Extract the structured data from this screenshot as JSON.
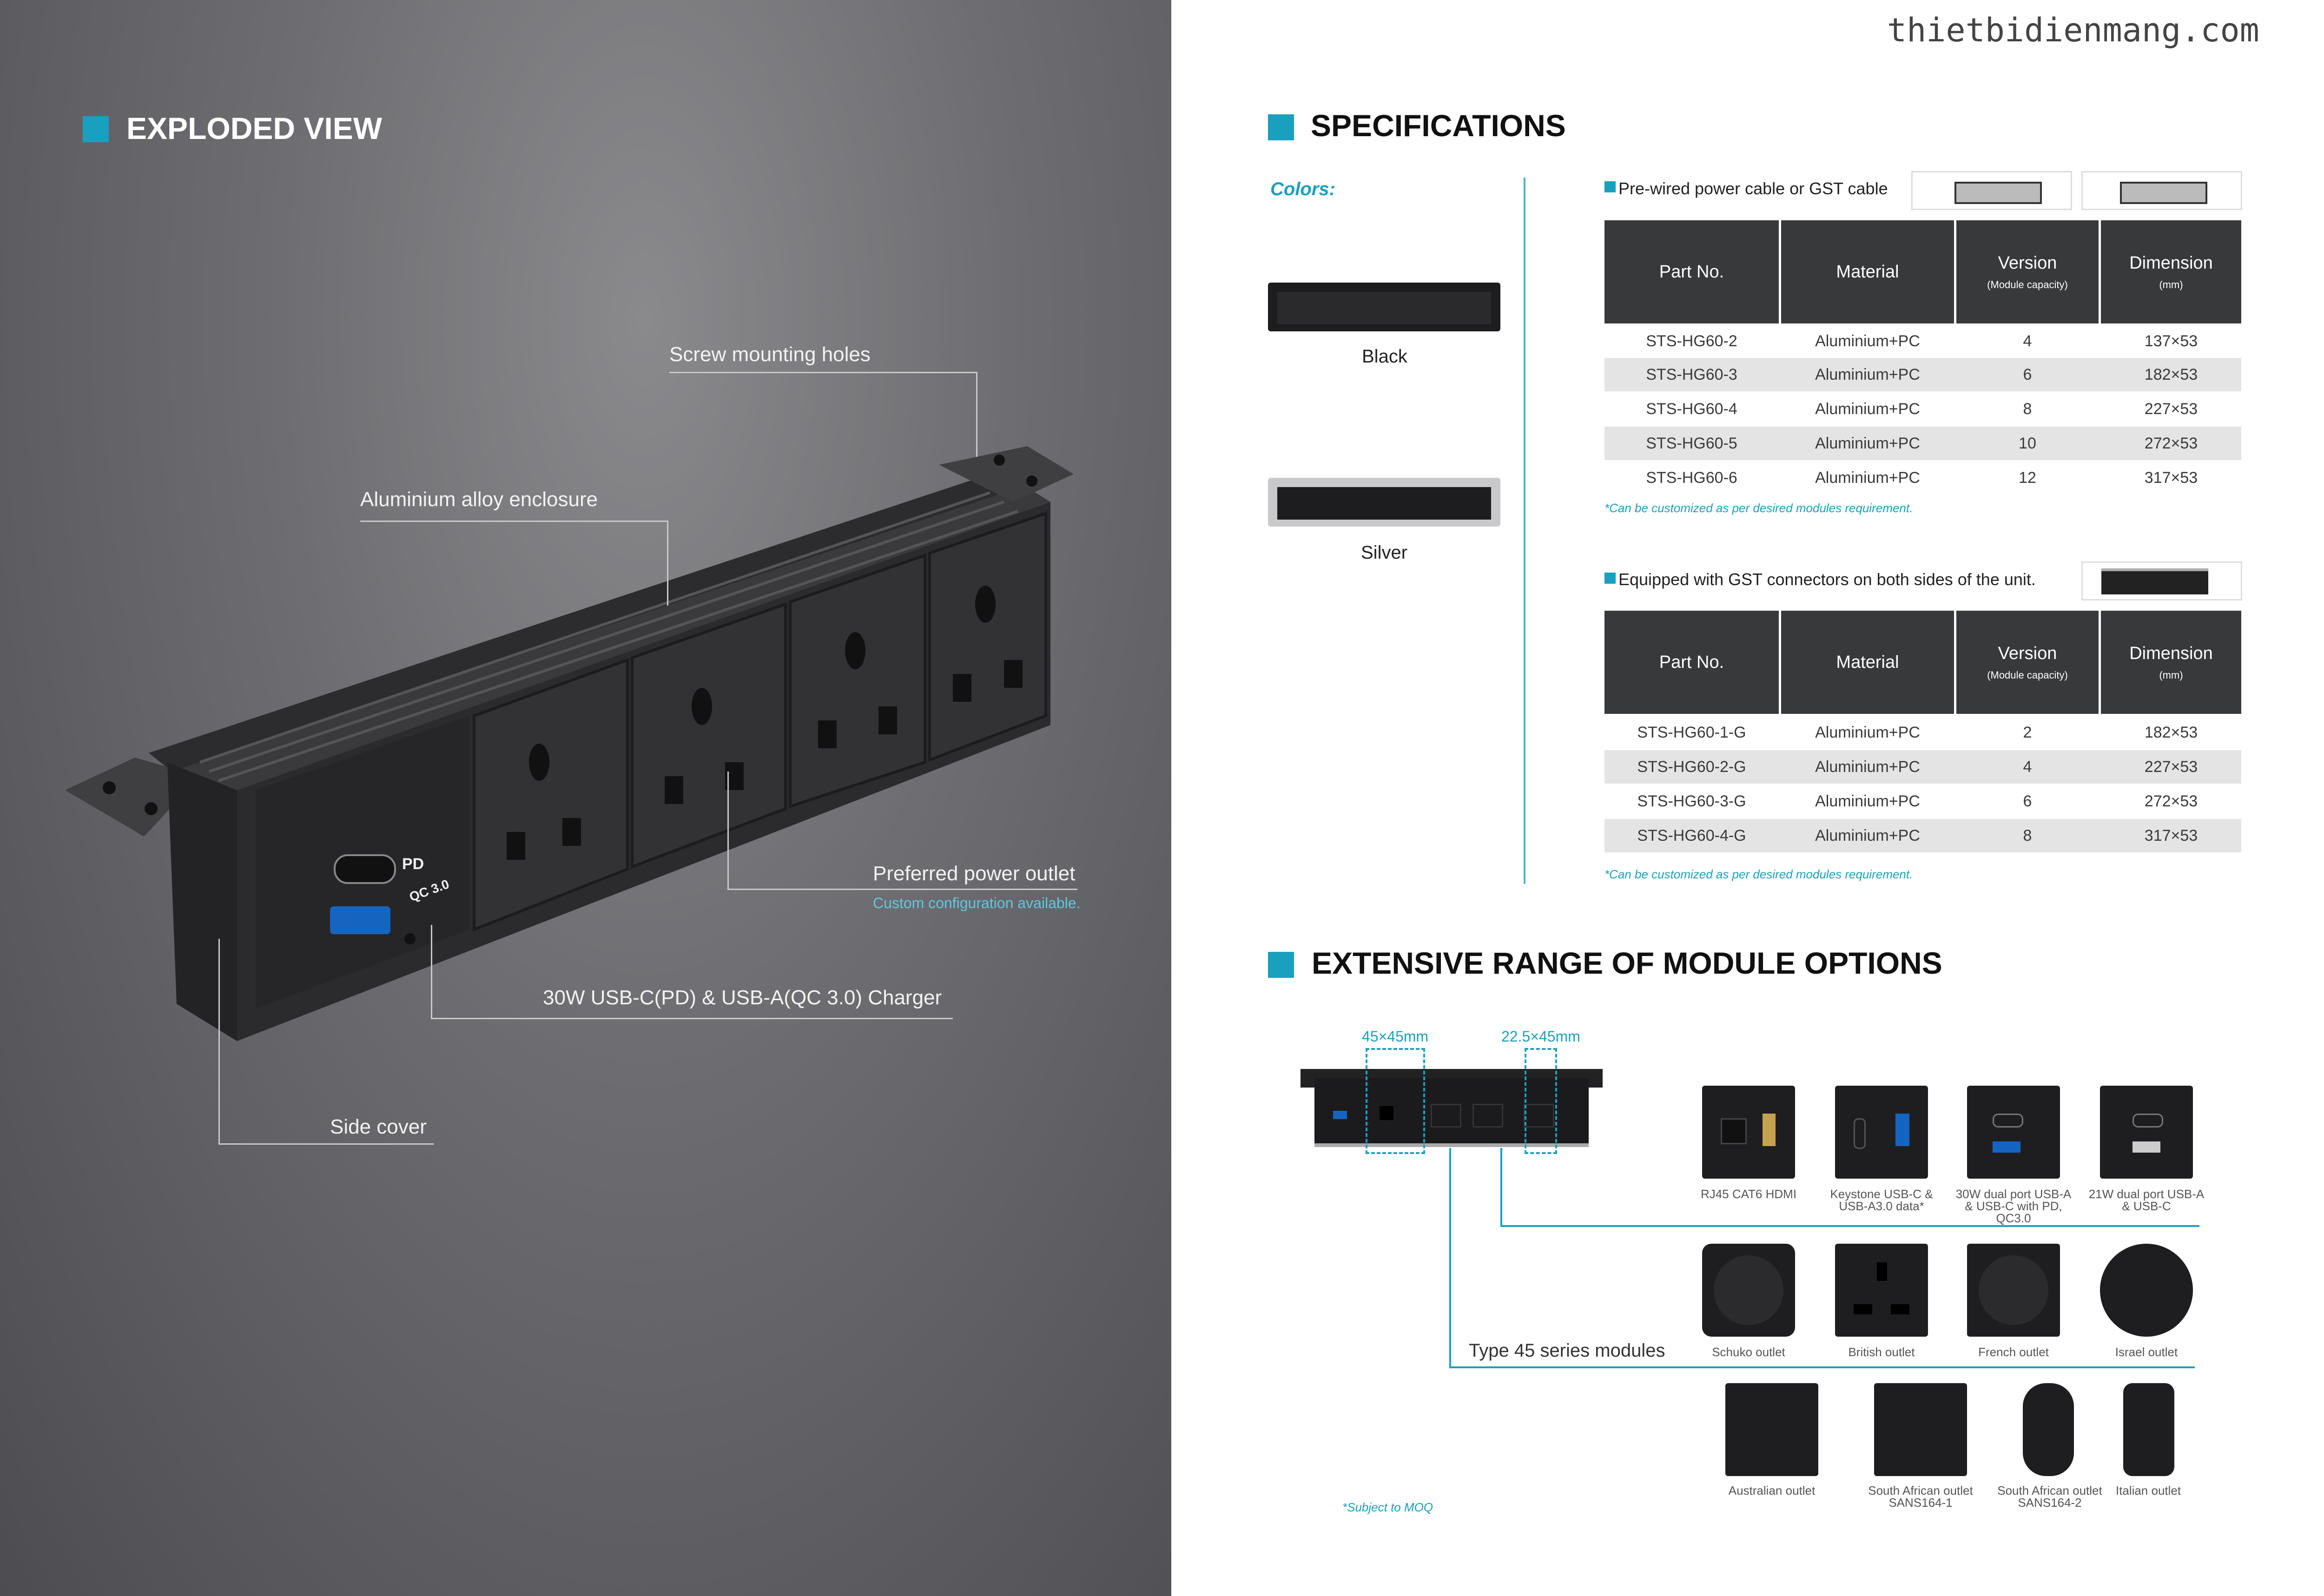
{
  "watermark": "thietbidienmang.com",
  "left": {
    "title": "EXPLODED VIEW",
    "callouts": {
      "screw": "Screw mounting holes",
      "enclosure": "Aluminium alloy enclosure",
      "outlet": "Preferred power outlet",
      "outlet_sub": "Custom configuration available.",
      "charger": "30W USB-C(PD) & USB-A(QC 3.0) Charger",
      "side": "Side cover"
    },
    "device_labels": {
      "pd": "PD",
      "qc": "QC 3.0"
    }
  },
  "specs": {
    "title": "SPECIFICATIONS",
    "colors_label": "Colors:",
    "color_black": "Black",
    "color_silver": "Silver",
    "table1": {
      "caption": "Pre-wired power cable or GST cable",
      "headers": [
        "Part No.",
        "Material",
        "Version",
        "Dimension"
      ],
      "subheaders": [
        "",
        "",
        "(Module capacity)",
        "(mm)"
      ],
      "rows": [
        [
          "STS-HG60-2",
          "Aluminium+PC",
          "4",
          "137×53"
        ],
        [
          "STS-HG60-3",
          "Aluminium+PC",
          "6",
          "182×53"
        ],
        [
          "STS-HG60-4",
          "Aluminium+PC",
          "8",
          "227×53"
        ],
        [
          "STS-HG60-5",
          "Aluminium+PC",
          "10",
          "272×53"
        ],
        [
          "STS-HG60-6",
          "Aluminium+PC",
          "12",
          "317×53"
        ]
      ],
      "note": "*Can be customized as per desired modules requirement."
    },
    "table2": {
      "caption": "Equipped with GST connectors on both sides of the unit.",
      "headers": [
        "Part No.",
        "Material",
        "Version",
        "Dimension"
      ],
      "subheaders": [
        "",
        "",
        "(Module capacity)",
        "(mm)"
      ],
      "rows": [
        [
          "STS-HG60-1-G",
          "Aluminium+PC",
          "2",
          "182×53"
        ],
        [
          "STS-HG60-2-G",
          "Aluminium+PC",
          "4",
          "227×53"
        ],
        [
          "STS-HG60-3-G",
          "Aluminium+PC",
          "6",
          "272×53"
        ],
        [
          "STS-HG60-4-G",
          "Aluminium+PC",
          "8",
          "317×53"
        ]
      ],
      "note": "*Can be customized as per desired modules requirement."
    }
  },
  "modules": {
    "title": "EXTENSIVE RANGE OF MODULE OPTIONS",
    "dim_large": "45×45mm",
    "dim_small": "22.5×45mm",
    "series_label": "Type 45 series modules",
    "moq": "*Subject to MOQ",
    "row1": [
      "RJ45 CAT6 HDMI",
      "Keystone USB-C & USB-A3.0 data*",
      "30W dual port USB-A & USB-C with PD, QC3.0",
      "21W dual port USB-A & USB-C"
    ],
    "row2": [
      "Schuko outlet",
      "British outlet",
      "French outlet",
      "Israel outlet"
    ],
    "row3": [
      "Australian outlet",
      "South African outlet SANS164-1",
      "South African outlet SANS164-2",
      "Italian outlet"
    ]
  },
  "colors": {
    "accent": "#1aa0bf",
    "header": "#38393b",
    "panel": "#6e6e72"
  }
}
